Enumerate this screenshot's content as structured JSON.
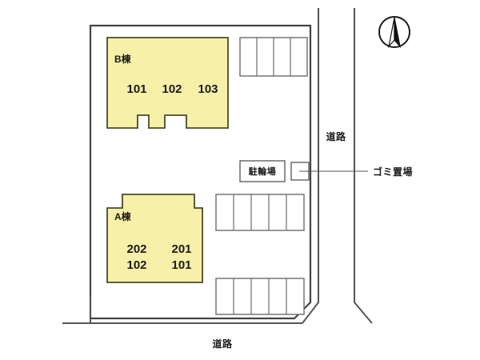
{
  "plan": {
    "title": "apartment-site-plan",
    "colors": {
      "building_fill": "#F7F0A8",
      "building_stroke": "#4a4a2a",
      "line": "#555555",
      "boundary": "#444444",
      "text": "#1a1a1a",
      "background": "#ffffff"
    }
  },
  "buildings": [
    {
      "id": "building-b",
      "name": "B棟",
      "rooms": [
        "101",
        "102",
        "103"
      ]
    },
    {
      "id": "building-a",
      "name": "A棟",
      "rooms_upper": [
        "202",
        "201"
      ],
      "rooms_lower": [
        "102",
        "101"
      ]
    }
  ],
  "facilities": {
    "bicycle_parking_label": "駐輪場",
    "garbage_area_label": "ゴミ置場"
  },
  "roads": {
    "east_label": "道路",
    "south_label": "道路"
  },
  "compass": {
    "name": "north-arrow"
  },
  "parking": {
    "top_row_spaces": 4,
    "middle_row_spaces": 5,
    "bottom_row_spaces": 5
  }
}
